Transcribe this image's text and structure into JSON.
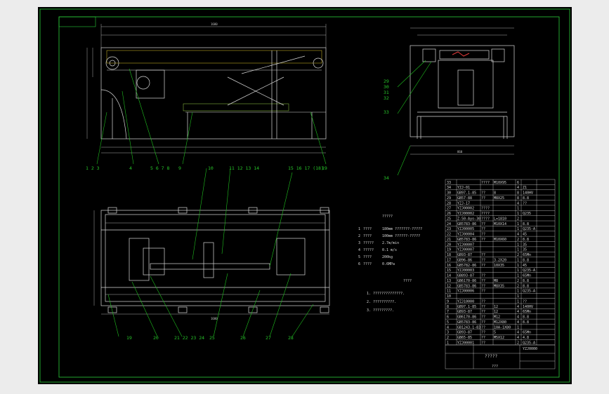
{
  "sheet": {
    "title_block": {
      "drawing_number": "YZJ0000",
      "title": "?????",
      "subtitle": "???"
    },
    "tech_requirements": {
      "heading": "????",
      "items": [
        "1. ??????????????.",
        "2. ??????????.",
        "3. ?????????."
      ]
    },
    "specs": {
      "heading": "?????",
      "rows": [
        {
          "n": "1",
          "name": "????",
          "value": "180mm  ???????-?????"
        },
        {
          "n": "2",
          "name": "????",
          "value": "100mm  ??????-?????"
        },
        {
          "n": "3",
          "name": "?????",
          "value": "2.7m/min"
        },
        {
          "n": "4",
          "name": "?????",
          "value": "0.1 m/s"
        },
        {
          "n": "5",
          "name": "????",
          "value": "200kg"
        },
        {
          "n": "6",
          "name": "????",
          "value": "0.6MPa"
        }
      ]
    },
    "front_view_labels": [
      "1 2 3",
      "4",
      "5 6 7 8",
      "9",
      "10",
      "11 12 13 14",
      "15 16 17 (18)",
      "19"
    ],
    "side_view_labels": [
      "29",
      "30",
      "31",
      "32",
      "33",
      "34"
    ],
    "plan_view_labels": [
      "19",
      "20",
      "21 22 23 24",
      "25",
      "26",
      "27",
      "28"
    ],
    "bom": [
      {
        "no": "33",
        "code": "",
        "name": "????",
        "spec": "M10X95",
        "qty": "6",
        "mat": ""
      },
      {
        "no": "34",
        "code": "YZJ-01",
        "name": "",
        "spec": "",
        "qty": "4",
        "mat": "Z1"
      },
      {
        "no": "30",
        "code": "GB97.1-85",
        "name": "??",
        "spec": "8",
        "qty": "8",
        "mat": "140HV"
      },
      {
        "no": "29",
        "code": "GB57-88",
        "name": "??",
        "spec": "M8X25",
        "qty": "8",
        "mat": "8.8"
      },
      {
        "no": "28",
        "code": "YZJ-17",
        "name": "",
        "spec": "",
        "qty": "4",
        "mat": "??"
      },
      {
        "no": "27",
        "code": "YZJ00002",
        "name": "????",
        "spec": "",
        "qty": "1",
        "mat": ""
      },
      {
        "no": "26",
        "code": "YZJ00002",
        "name": "????",
        "spec": "",
        "qty": "1",
        "mat": "Q235"
      },
      {
        "no": "25",
        "code": "Z-50-Ayo-30",
        "name": "????",
        "spec": "L=1810",
        "qty": "2",
        "mat": ""
      },
      {
        "no": "24",
        "code": "GB5783-86",
        "name": "??",
        "spec": "M10X14",
        "qty": "1",
        "mat": "8.8"
      },
      {
        "no": "23",
        "code": "YZJ00005",
        "name": "??",
        "spec": "",
        "qty": "1",
        "mat": "Q235-A"
      },
      {
        "no": "22",
        "code": "YZJ00004",
        "name": "??",
        "spec": "",
        "qty": "4",
        "mat": "45"
      },
      {
        "no": "21",
        "code": "GB5783-86",
        "name": "??",
        "spec": "M10X60",
        "qty": "2",
        "mat": "8.8"
      },
      {
        "no": "20",
        "code": "YZJ00007",
        "name": "",
        "spec": "",
        "qty": "1",
        "mat": "35"
      },
      {
        "no": "19",
        "code": "YZJ00007",
        "name": "",
        "spec": "",
        "qty": "1",
        "mat": "35"
      },
      {
        "no": "18",
        "code": "GB93-87",
        "name": "??",
        "spec": "",
        "qty": "2",
        "mat": "65Mn"
      },
      {
        "no": "17",
        "code": "GB96-86",
        "name": "??",
        "spec": "3.2X20",
        "qty": "1",
        "mat": "8.8"
      },
      {
        "no": "16",
        "code": "GB5782-86",
        "name": "??",
        "spec": "10X35",
        "qty": "1",
        "mat": "45"
      },
      {
        "no": "15",
        "code": "YZJ00003",
        "name": "",
        "spec": "",
        "qty": "1",
        "mat": "Q235-A"
      },
      {
        "no": "14",
        "code": "GB893-87",
        "name": "??",
        "spec": "",
        "qty": "1",
        "mat": "65Mn"
      },
      {
        "no": "13",
        "code": "GB6170-86",
        "name": "??",
        "spec": "M8",
        "qty": "2",
        "mat": "8.8"
      },
      {
        "no": "12",
        "code": "GB5783-86",
        "name": "??",
        "spec": "M8X35",
        "qty": "2",
        "mat": "8.8"
      },
      {
        "no": "11",
        "code": "YZJ00006",
        "name": "??",
        "spec": "",
        "qty": "1",
        "mat": "Q235-A"
      },
      {
        "no": "10",
        "code": "",
        "name": "",
        "spec": "",
        "qty": "1",
        "mat": ""
      },
      {
        "no": "9",
        "code": "YZJ10000",
        "name": "??",
        "spec": "",
        "qty": "1",
        "mat": "??"
      },
      {
        "no": "8",
        "code": "GB97.1-85",
        "name": "??",
        "spec": "12",
        "qty": "4",
        "mat": "140HV"
      },
      {
        "no": "7",
        "code": "GB93-87",
        "name": "??",
        "spec": "12",
        "qty": "4",
        "mat": "65Mn"
      },
      {
        "no": "6",
        "code": "GB6170-86",
        "name": "??",
        "spec": "M12",
        "qty": "4",
        "mat": "8.8"
      },
      {
        "no": "5",
        "code": "GB5783-86",
        "name": "??",
        "spec": "M12X80",
        "qty": "4",
        "mat": "8.8"
      },
      {
        "no": "4",
        "code": "GB1243.1-83",
        "name": "??",
        "spec": "10A-1X80",
        "qty": "1",
        "mat": ""
      },
      {
        "no": "3",
        "code": "GB93-87",
        "name": "??",
        "spec": "5",
        "qty": "4",
        "mat": "65Mn"
      },
      {
        "no": "2",
        "code": "GB65-85",
        "name": "??",
        "spec": "M5X12",
        "qty": "4",
        "mat": "4.8"
      },
      {
        "no": "1",
        "code": "YZJ00001",
        "name": "??",
        "spec": "",
        "qty": "2",
        "mat": "Q235-A"
      }
    ],
    "dims": {
      "front_width": "1680",
      "side_width": "860",
      "plan_width": "1680"
    },
    "colors": {
      "frame": "#2bcf3a",
      "line": "#d8d8d8",
      "leader": "#1fbf1f",
      "accent": "#e23a3a",
      "yellow": "#d6c62b"
    }
  }
}
